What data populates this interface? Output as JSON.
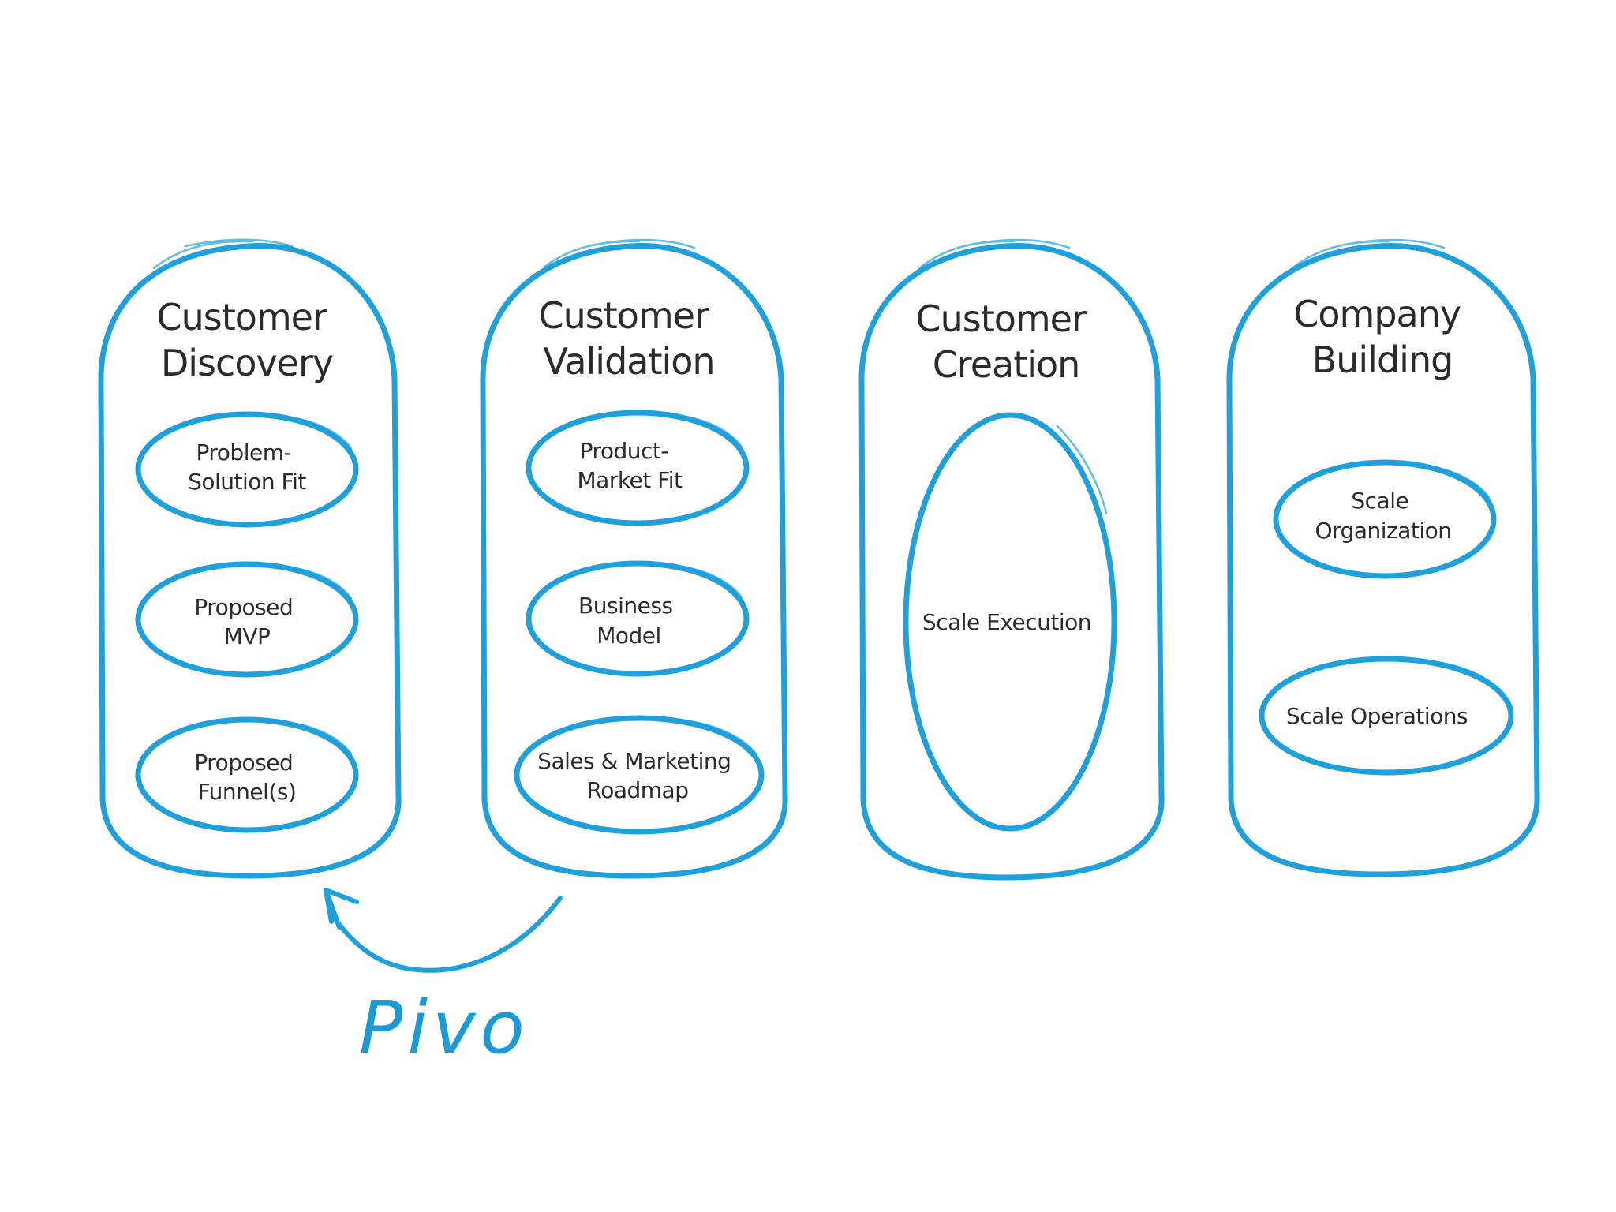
{
  "colors": {
    "outline": "#1ea0dc",
    "pivot": "#1a9bd8",
    "text": "#2b2b2b",
    "background": "#ffffff"
  },
  "stages": [
    {
      "title": [
        "Customer",
        "Discovery"
      ],
      "items": [
        [
          "Problem-",
          "Solution Fit"
        ],
        [
          "Proposed",
          "MVP"
        ],
        [
          "Proposed",
          "Funnel(s)"
        ]
      ]
    },
    {
      "title": [
        "Customer",
        "Validation"
      ],
      "items": [
        [
          "Product-",
          "Market Fit"
        ],
        [
          "Business",
          "Model"
        ],
        [
          "Sales & Marketing",
          "Roadmap"
        ]
      ]
    },
    {
      "title": [
        "Customer",
        "Creation"
      ],
      "items": [
        [
          "Scale Execution"
        ]
      ]
    },
    {
      "title": [
        "Company",
        "Building"
      ],
      "items": [
        [
          "Scale",
          "Organization"
        ],
        [
          "Scale Operations"
        ]
      ]
    }
  ],
  "pivot": {
    "label": "Pivo"
  }
}
